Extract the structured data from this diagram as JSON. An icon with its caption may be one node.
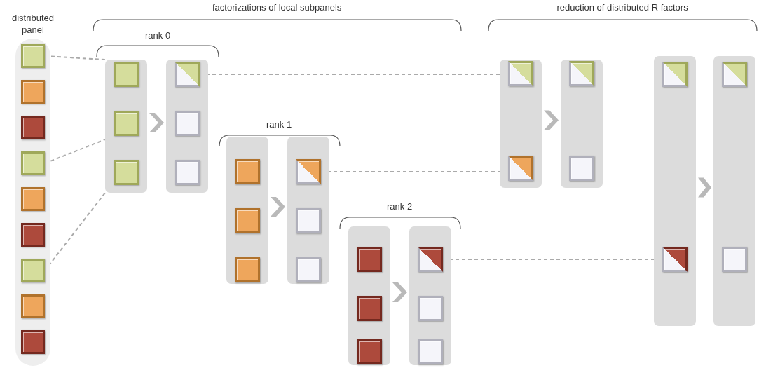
{
  "diagram": {
    "nodes": [
      {
        "text": [
          "distributed panel"
        ]
      },
      {
        "text": [],
        "shape": "box",
        "in": 0
      },
      {
        "text": [],
        "shape": "box",
        "in": 0
      },
      {
        "text": [],
        "shape": "box",
        "in": 0
      },
      {
        "text": [],
        "shape": "box",
        "in": 0
      },
      {
        "text": [],
        "shape": "box",
        "in": 0
      },
      {
        "text": [],
        "shape": "box",
        "in": 0
      },
      {
        "text": [],
        "shape": "box",
        "in": 0
      },
      {
        "text": [],
        "shape": "box",
        "in": 0
      },
      {
        "text": [],
        "shape": "box",
        "in": 0
      },
      {
        "text": [],
        "shape": "bar"
      },
      {
        "text": [],
        "shape": "box",
        "in": 10
      },
      {
        "text": [],
        "shape": "box",
        "in": 10
      },
      {
        "text": [],
        "shape": "box",
        "in": 10
      },
      {
        "text": [],
        "shape": "bar"
      },
      {
        "text": [],
        "shape": "box",
        "in": 14
      },
      {
        "text": [],
        "shape": "box",
        "in": 14
      },
      {
        "text": [],
        "shape": "box",
        "in": 14
      },
      {
        "text": [],
        "shape": "bar"
      },
      {
        "text": [],
        "shape": "box",
        "in": 18
      },
      {
        "text": [],
        "shape": "box",
        "in": 18
      },
      {
        "text": [],
        "shape": "box",
        "in": 18
      },
      {
        "text": [],
        "shape": "bar"
      },
      {
        "text": [],
        "shape": "box",
        "in": 22
      },
      {
        "text": [],
        "shape": "box",
        "in": 22
      },
      {
        "text": [],
        "shape": "box",
        "in": 22
      },
      {
        "text": [],
        "shape": "bar"
      },
      {
        "text": [],
        "shape": "box",
        "in": 26
      },
      {
        "text": [],
        "shape": "box",
        "in": 26
      },
      {
        "text": [],
        "shape": "box",
        "in": 26
      },
      {
        "text": [],
        "shape": "bar"
      },
      {
        "text": [],
        "shape": "box",
        "in": 30
      },
      {
        "text": [],
        "shape": "box",
        "in": 30
      },
      {
        "text": [],
        "shape": "box",
        "in": 30
      },
      {
        "text": [],
        "shape": "bar"
      },
      {
        "text": [],
        "shape": "box",
        "in": 34
      },
      {
        "text": [],
        "shape": "box",
        "in": 34
      },
      {
        "text": [],
        "shape": "bar"
      },
      {
        "text": [],
        "shape": "box",
        "in": 37
      },
      {
        "text": [],
        "shape": "box",
        "in": 37
      },
      {
        "text": [],
        "shape": "bar"
      },
      {
        "text": [],
        "shape": "box",
        "in": 40
      },
      {
        "text": [],
        "shape": "box",
        "in": 40
      },
      {
        "text": [],
        "shape": "bar"
      },
      {
        "text": [],
        "shape": "box",
        "in": 43
      },
      {
        "text": [],
        "shape": "box",
        "in": 43
      }
    ],
    "edges": [
      {
        "from": 1,
        "to": 10,
        "arrow": "none",
        "style": "dashed"
      },
      {
        "from": 4,
        "to": 10,
        "arrow": "none",
        "style": "dashed"
      },
      {
        "from": 7,
        "to": 10,
        "arrow": "none",
        "style": "dashed"
      },
      {
        "from": 10,
        "to": 14,
        "arrow": "to"
      },
      {
        "from": 15,
        "to": 35,
        "arrow": "none",
        "style": "dashed"
      },
      {
        "from": 18,
        "to": 22,
        "arrow": "to"
      },
      {
        "from": 23,
        "to": 36,
        "arrow": "none",
        "style": "dashed"
      },
      {
        "from": 26,
        "to": 30,
        "arrow": "to"
      },
      {
        "from": 31,
        "to": 42,
        "arrow": "none",
        "style": "dashed"
      },
      {
        "from": 34,
        "to": 37,
        "arrow": "to"
      },
      {
        "from": 40,
        "to": 43,
        "arrow": "to"
      }
    ],
    "labels": [
      "factorizations of local subpanels",
      "reduction of distributed R factors",
      "rank 0",
      "rank 1",
      "rank 2"
    ]
  }
}
